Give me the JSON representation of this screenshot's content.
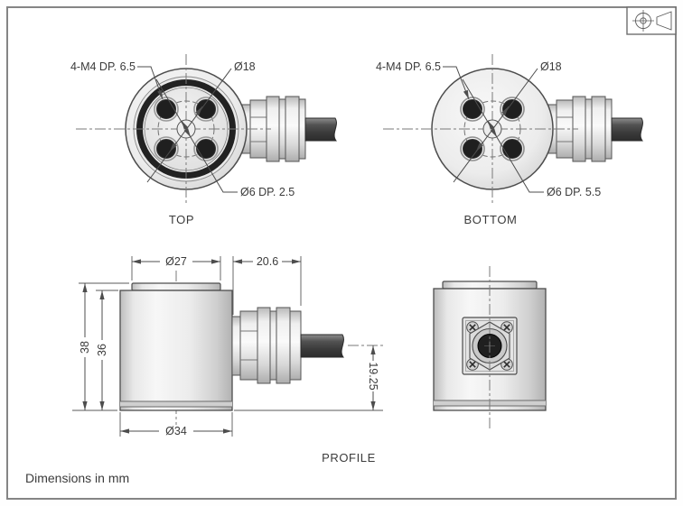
{
  "title_block": {
    "note": "Dimensions in mm"
  },
  "icons": {
    "projection_icon": "first-angle-projection-symbol"
  },
  "views": {
    "top": {
      "label": "TOP",
      "callout_mounting_holes": "4-M4 DP. 6.5",
      "callout_bolt_circle": "Ø18",
      "callout_center_hole": "Ø6 DP. 2.5"
    },
    "bottom": {
      "label": "BOTTOM",
      "callout_mounting_holes": "4-M4 DP. 6.5",
      "callout_bolt_circle": "Ø18",
      "callout_center_hole": "Ø6 DP. 5.5"
    },
    "profile": {
      "label": "PROFILE",
      "dim_cap_diameter": "Ø27",
      "dim_gland_length": "20.6",
      "dim_total_height": "38",
      "dim_body_height": "36",
      "dim_body_diameter": "Ø34",
      "dim_cable_center_height": "19.25"
    }
  },
  "colors": {
    "line": "#4d4d4d",
    "text": "#3b3b3b",
    "hole_fill": "#1f1f1f",
    "metal_light": "#f7f7f7",
    "metal_dark": "#b5b5b5",
    "cable": "#3c3c3c"
  }
}
